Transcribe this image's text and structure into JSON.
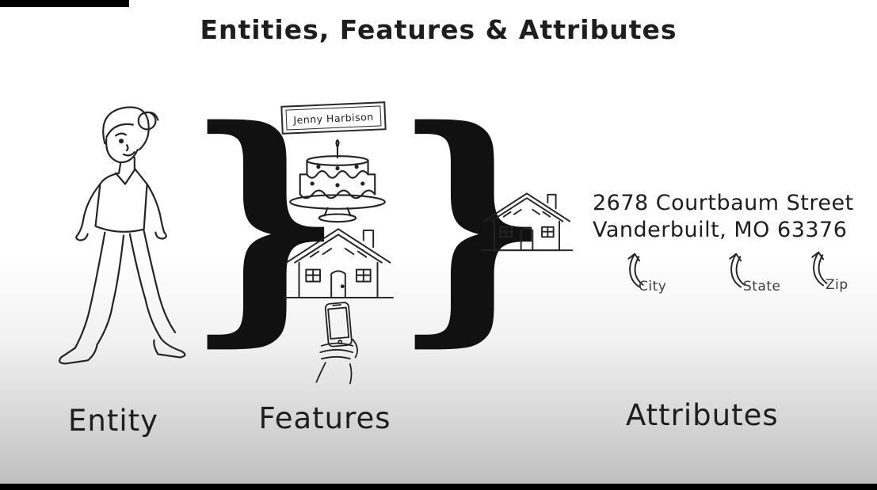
{
  "title": "Entities, Features & Attributes",
  "brace_glyph": "}",
  "nameplate": {
    "text": "Jenny Harbison"
  },
  "address": {
    "line1": "2678 Courtbaum Street",
    "line2": "Vanderbuilt, MO 63376",
    "annotations": [
      {
        "label": "City"
      },
      {
        "label": "State"
      },
      {
        "label": "Zip"
      }
    ]
  },
  "section_labels": {
    "entity": "Entity",
    "features": "Features",
    "attributes": "Attributes"
  },
  "icons": {
    "entity": "woman-walking-icon",
    "features": [
      "name-sign-icon",
      "birthday-cake-icon",
      "house-icon",
      "hand-holding-phone-icon"
    ],
    "attributes_target": "house-small-icon",
    "annotation_arrows": "curved-up-arrow-icon"
  },
  "colors": {
    "ink": "#232323",
    "background_top": "#ffffff",
    "background_bottom": "#bdbdbd",
    "letterbox_bar": "#000000"
  }
}
